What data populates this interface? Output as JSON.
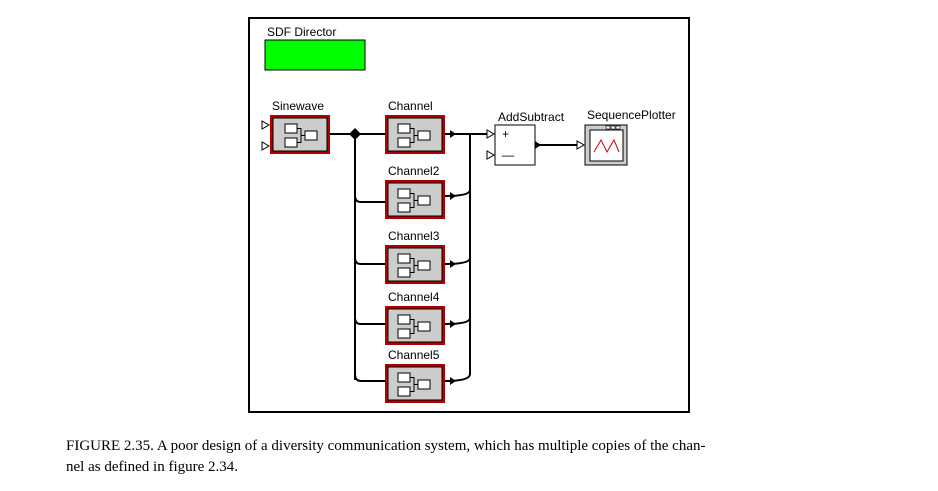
{
  "director": {
    "label": "SDF Director",
    "color": "#00ff00"
  },
  "actors": {
    "sinewave": "Sinewave",
    "channels": [
      "Channel",
      "Channel2",
      "Channel3",
      "Channel4",
      "Channel5"
    ],
    "add_subtract": {
      "label": "AddSubtract",
      "plus": "+",
      "minus": "—"
    },
    "plotter": "SequencePlotter"
  },
  "colors": {
    "actor_border": "#b00000",
    "actor_fill": "#cccccc",
    "plot_line": "#d00000"
  },
  "caption": {
    "line1": "FIGURE 2.35.  A poor design of a diversity communication system, which has multiple copies of the chan-",
    "line2": "nel as defined in figure 2.34."
  }
}
